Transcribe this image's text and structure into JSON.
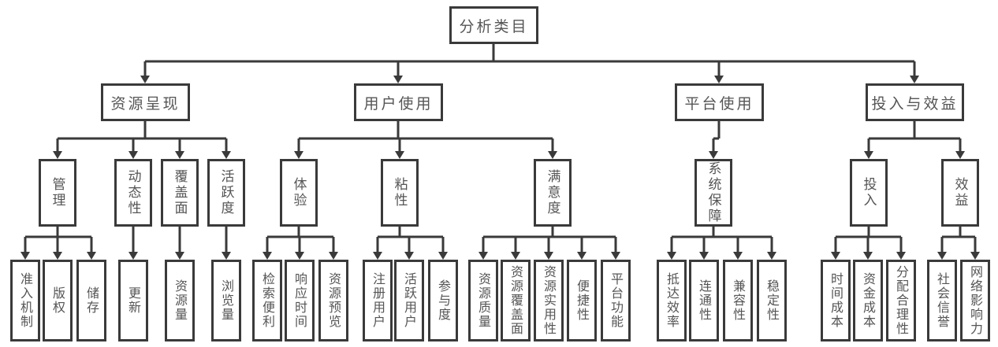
{
  "root": "分析类目",
  "categories": [
    {
      "label": "资源呈现",
      "children": [
        {
          "label": "管理",
          "leaves": [
            "准入机制",
            "版权",
            "储存"
          ]
        },
        {
          "label": "动态性",
          "leaves": [
            "更新"
          ]
        },
        {
          "label": "覆盖面",
          "leaves": [
            "资源量"
          ]
        },
        {
          "label": "活跃度",
          "leaves": [
            "浏览量"
          ]
        }
      ]
    },
    {
      "label": "用户使用",
      "children": [
        {
          "label": "体验",
          "leaves": [
            "检索便利",
            "响应时间",
            "资源预览"
          ]
        },
        {
          "label": "粘性",
          "leaves": [
            "注册用户",
            "活跃用户",
            "参与度"
          ]
        },
        {
          "label": "满意度",
          "leaves": [
            "资源质量",
            "资源覆盖面",
            "资源实用性",
            "便捷性",
            "平台功能"
          ]
        }
      ]
    },
    {
      "label": "平台使用",
      "children": [
        {
          "label": "系统保障",
          "leaves": [
            "抵达效率",
            "连通性",
            "兼容性",
            "稳定性"
          ]
        }
      ]
    },
    {
      "label": "投入与效益",
      "children": [
        {
          "label": "投入",
          "leaves": [
            "时间成本",
            "资金成本",
            "分配合理性"
          ]
        },
        {
          "label": "效益",
          "leaves": [
            "社会信誉",
            "网络影响力"
          ]
        }
      ]
    }
  ]
}
